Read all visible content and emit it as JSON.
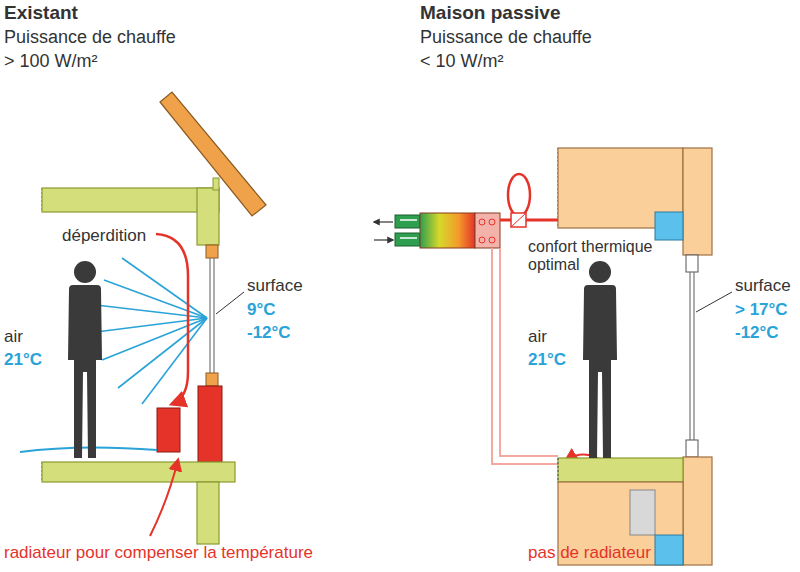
{
  "diagram": {
    "labels": [
      "Existant",
      "Puissance de chauffe",
      "> 100 W/m²",
      "déperdition",
      "surface",
      "9°C",
      "-12°C",
      "air",
      "21°C",
      "radiateur pour compenser la température",
      "Maison passive",
      "Puissance de chauffe",
      "< 10 W/m²",
      "confort thermique optimal",
      "surface",
      "> 17°C",
      "-12°C",
      "air",
      "21°C",
      "pas de radiateur"
    ]
  }
}
